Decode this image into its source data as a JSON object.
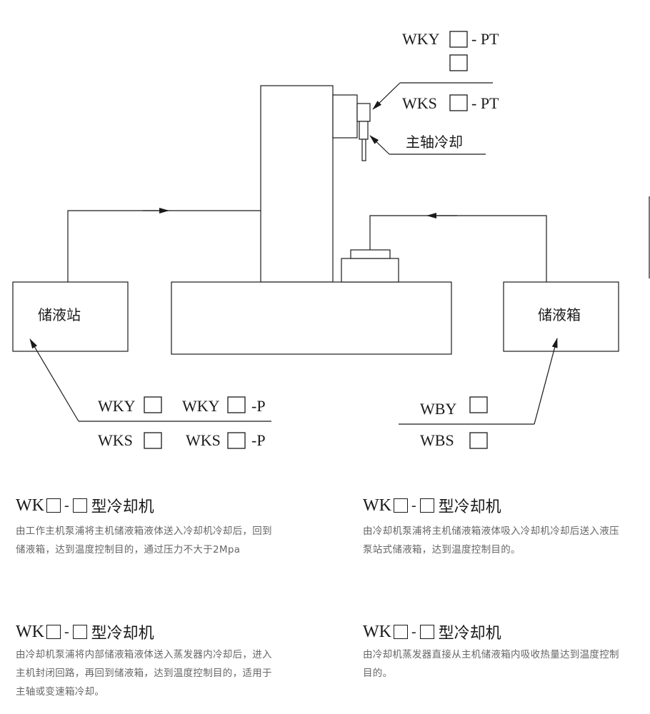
{
  "diagram": {
    "labels": {
      "wky_pt": "WKY",
      "pt_suffix_1": "- PT",
      "wks_pt": "WKS",
      "pt_suffix_2": "- PT",
      "spindle_cooling": "主轴冷却",
      "reservoir_station": "储液站",
      "reservoir_tank": "储液箱",
      "wky_1": "WKY",
      "wky_2": "WKY",
      "p_suffix_1": "-P",
      "wks_1": "WKS",
      "wks_2": "WKS",
      "p_suffix_2": "-P",
      "wby": "WBY",
      "wbs": "WBS"
    }
  },
  "models": [
    {
      "prefix": "WK",
      "dash": "-",
      "suffix": "型冷却机",
      "description": "由工作主机泵浦将主机储液箱液体送入冷却机冷却后，回到储液箱，达到温度控制目的，通过压力不大于2Mpa"
    },
    {
      "prefix": "WK",
      "dash": "-",
      "suffix": "型冷却机",
      "description": "由冷却机泵浦将主机储液箱液体吸入冷却机冷却后送入液压泵站式储液箱，达到温度控制目的。"
    },
    {
      "prefix": "WK",
      "dash": "-",
      "suffix": "型冷却机",
      "description": "由冷却机泵浦将内部储液箱液体送入蒸发器内冷却后，进入主机封闭回路，再回到储液箱，达到温度控制目的，适用于主轴或变速箱冷却。"
    },
    {
      "prefix": "WK",
      "dash": "-",
      "suffix": "型冷却机",
      "description": "由冷却机蒸发器直接从主机储液箱内吸收热量达到温度控制目的。"
    }
  ]
}
